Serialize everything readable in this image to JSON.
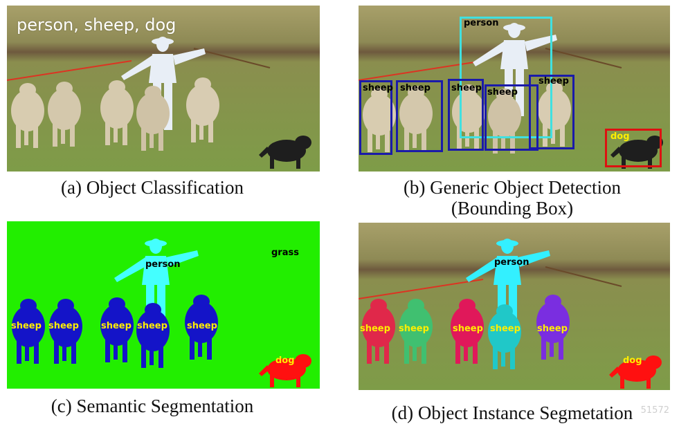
{
  "panel_a": {
    "caption": "(a) Object Classification",
    "overlay_text": "person, sheep, dog"
  },
  "panel_b": {
    "caption_line1": "(b) Generic Object Detection",
    "caption_line2": "(Bounding Box)",
    "labels": {
      "person": "person",
      "sheep": "sheep",
      "dog": "dog"
    },
    "colors": {
      "person_box": "#40e0e0",
      "sheep_box": "#1a1aaa",
      "dog_box": "#dd1111"
    }
  },
  "panel_c": {
    "caption": "(c) Semantic Segmentation",
    "labels": {
      "grass": "grass",
      "person": "person",
      "sheep": "sheep",
      "dog": "dog"
    },
    "colors": {
      "grass": "#22ee00",
      "person": "#44ffff",
      "sheep": "#1414c8",
      "dog": "#ff1010"
    }
  },
  "panel_d": {
    "caption": "(d) Object Instance Segmetation",
    "labels": {
      "person": "person",
      "sheep": "sheep",
      "dog": "dog"
    },
    "colors": {
      "person": "#33f0ff",
      "sheep_1": "#e0284a",
      "sheep_2": "#40c070",
      "sheep_3": "#e0185a",
      "sheep_4": "#20c8c8",
      "sheep_5": "#7a2ee0",
      "dog": "#ff1010"
    }
  },
  "watermark": "51572"
}
